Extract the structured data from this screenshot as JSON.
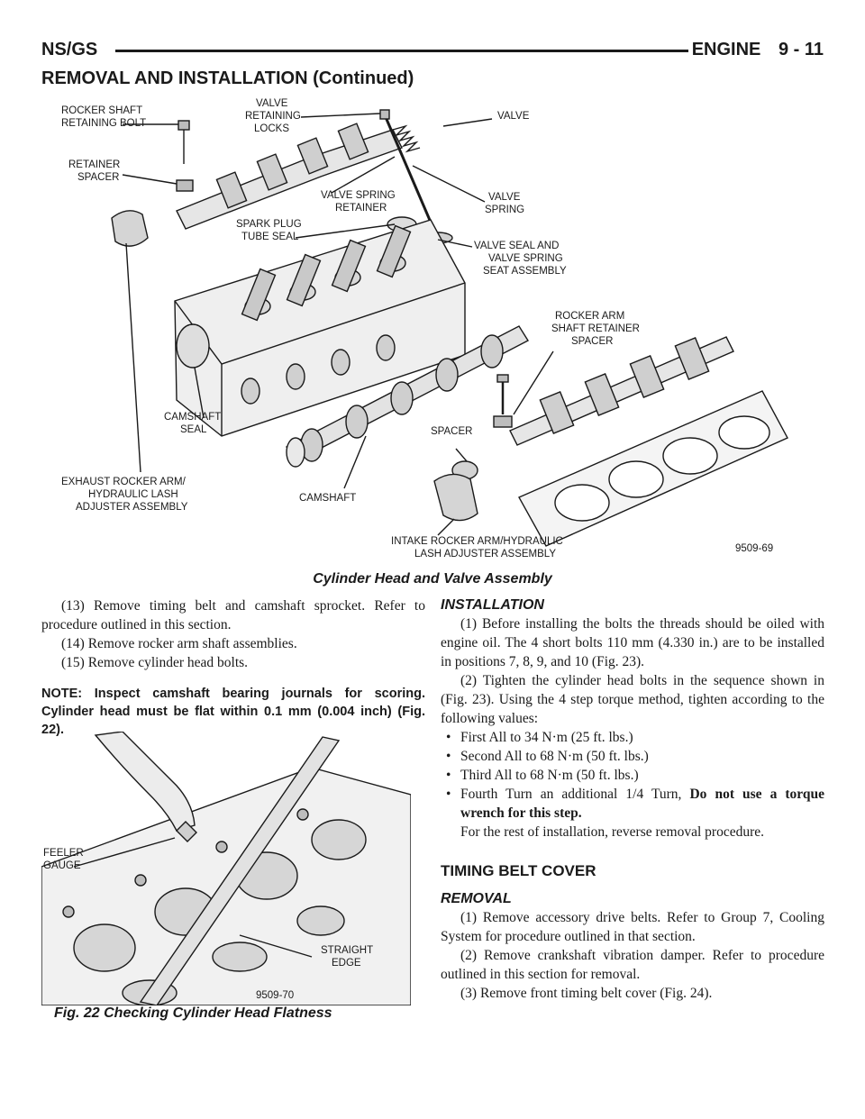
{
  "header": {
    "left": "NS/GS",
    "section": "ENGINE",
    "page_number": "9 - 11"
  },
  "subheader": "REMOVAL AND INSTALLATION (Continued)",
  "figure1": {
    "caption": "Cylinder Head and Valve Assembly",
    "code": "9509-69",
    "labels": {
      "rocker_shaft_bolt_1": "ROCKER SHAFT",
      "rocker_shaft_bolt_2": "RETAINING BOLT",
      "retainer_spacer_1": "RETAINER",
      "retainer_spacer_2": "SPACER",
      "valve_locks_1": "VALVE",
      "valve_locks_2": "RETAINING",
      "valve_locks_3": "LOCKS",
      "valve": "VALVE",
      "valve_spring_retainer_1": "VALVE SPRING",
      "valve_spring_retainer_2": "RETAINER",
      "valve_spring_1": "VALVE",
      "valve_spring_2": "SPRING",
      "spark_plug_seal_1": "SPARK PLUG",
      "spark_plug_seal_2": "TUBE SEAL",
      "valve_seal_1": "VALVE SEAL AND",
      "valve_seal_2": "VALVE SPRING",
      "valve_seal_3": "SEAT ASSEMBLY",
      "rocker_retainer_spacer_1": "ROCKER ARM",
      "rocker_retainer_spacer_2": "SHAFT RETAINER",
      "rocker_retainer_spacer_3": "SPACER",
      "camshaft_seal_1": "CAMSHAFT",
      "camshaft_seal_2": "SEAL",
      "spacer": "SPACER",
      "exhaust_rocker_1": "EXHAUST ROCKER ARM/",
      "exhaust_rocker_2": "HYDRAULIC LASH",
      "exhaust_rocker_3": "ADJUSTER ASSEMBLY",
      "camshaft": "CAMSHAFT",
      "intake_rocker_1": "INTAKE ROCKER ARM/HYDRAULIC",
      "intake_rocker_2": "LASH ADJUSTER ASSEMBLY"
    }
  },
  "left_column": {
    "step13": "(13) Remove timing belt and camshaft sprocket. Refer to procedure outlined in this section.",
    "step14": "(14) Remove rocker arm shaft assemblies.",
    "step15": "(15) Remove cylinder head bolts.",
    "note": "NOTE: Inspect camshaft bearing journals for scoring. Cylinder head must be flat within 0.1 mm (0.004 inch) (Fig. 22)."
  },
  "figure2": {
    "caption": "Fig. 22 Checking Cylinder Head Flatness",
    "code": "9509-70",
    "label_feeler_1": "FEELER",
    "label_feeler_2": "GAUGE",
    "label_straight_1": "STRAIGHT",
    "label_straight_2": "EDGE"
  },
  "right_column": {
    "installation_heading": "INSTALLATION",
    "step1": "(1) Before installing the bolts the threads should be oiled with engine oil. The 4 short bolts 110 mm (4.330 in.) are to be installed in positions 7, 8, 9, and 10 (Fig. 23).",
    "step2": "(2) Tighten the cylinder head bolts in the sequence shown in (Fig. 23). Using the 4 step torque method, tighten according to the following values:",
    "bullet_glyph": "•",
    "bullet1": "First All to 34 N·m (25 ft. lbs.)",
    "bullet2": "Second All to 68 N·m (50 ft. lbs.)",
    "bullet3": "Third All to 68 N·m (50 ft. lbs.)",
    "bullet4_text": "Fourth Turn an additional 1/4 Turn, ",
    "bullet4_bold": "Do not use a torque wrench for this step.",
    "rest": "For the rest of installation, reverse removal procedure.",
    "section_title": "TIMING BELT COVER",
    "removal_heading": "REMOVAL",
    "r1": "(1) Remove accessory drive belts. Refer to Group 7, Cooling System for procedure outlined in that section.",
    "r2": "(2) Remove crankshaft vibration damper. Refer to procedure outlined in this section for removal.",
    "r3": "(3) Remove front timing belt cover (Fig. 24)."
  }
}
